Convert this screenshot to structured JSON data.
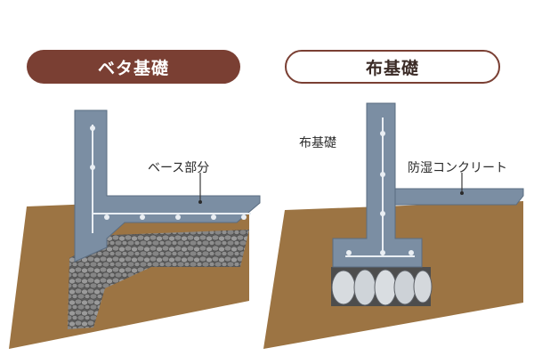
{
  "titles": {
    "left": "ベタ基礎",
    "right": "布基礎"
  },
  "labels": {
    "base_part": "ベース部分",
    "strip_foundation": "布基礎",
    "moisture_proof_concrete": "防湿コンクリート"
  },
  "colors": {
    "title_fill": "#7a3f33",
    "soil": "#9c7443",
    "soil_edge": "#7d5a31",
    "concrete": "#7b8ea3",
    "concrete_edge": "#5a6c80",
    "rebar": "#e9eef3",
    "gravel": "#6e6e6e",
    "stone": "#d7dbdf"
  }
}
